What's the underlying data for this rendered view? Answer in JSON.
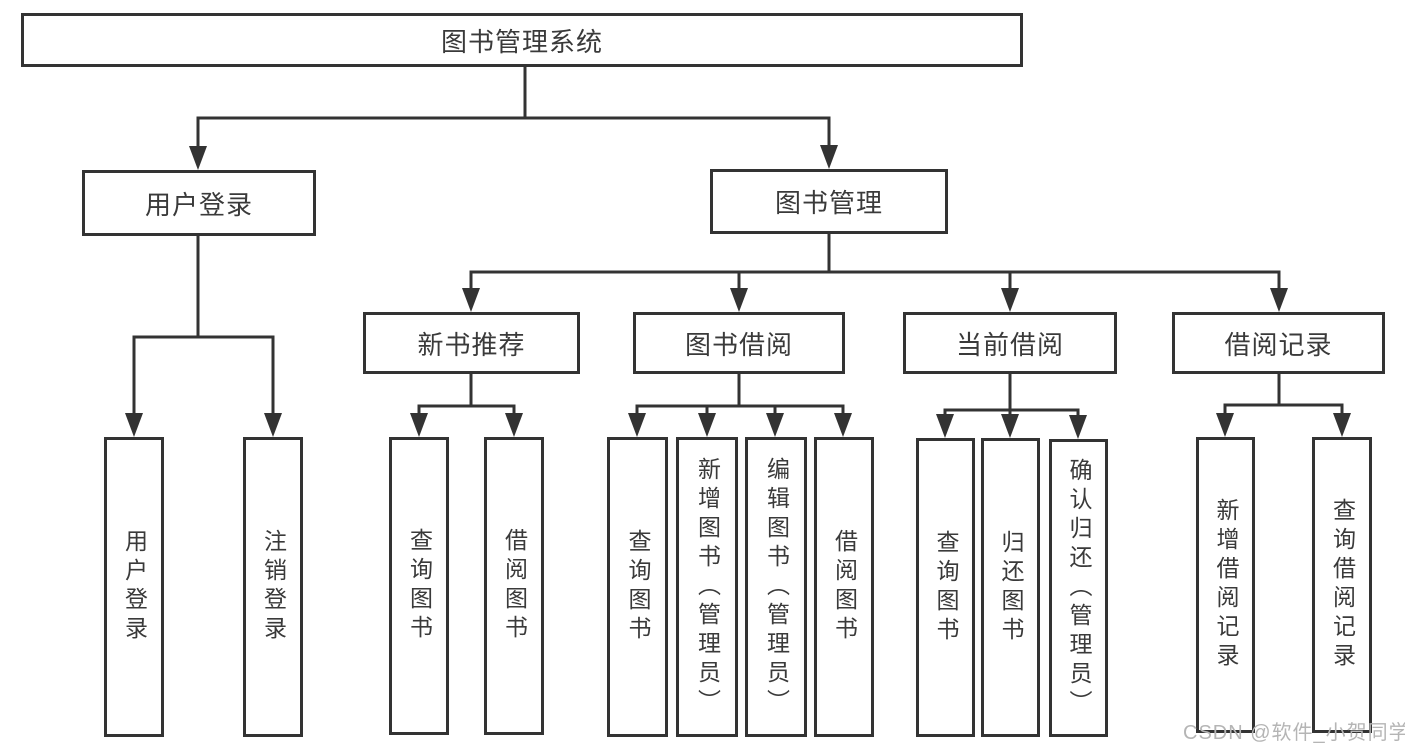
{
  "diagram": {
    "title": "图书管理系统",
    "root": {
      "label": "图书管理系统"
    },
    "branches": {
      "user_login": {
        "label": "用户登录",
        "children": {
          "login": {
            "label": "用户登录"
          },
          "logout": {
            "label": "注销登录"
          }
        }
      },
      "book_mgmt": {
        "label": "图书管理",
        "children": {
          "new_book_rec": {
            "label": "新书推荐",
            "children": {
              "query_book": {
                "label": "查询图书"
              },
              "borrow_book": {
                "label": "借阅图书"
              }
            }
          },
          "book_borrow": {
            "label": "图书借阅",
            "children": {
              "query_book": {
                "label": "查询图书"
              },
              "add_book": {
                "label": "新增图书（管理员）"
              },
              "edit_book": {
                "label": "编辑图书（管理员）"
              },
              "borrow_book": {
                "label": "借阅图书"
              }
            }
          },
          "current_borrow": {
            "label": "当前借阅",
            "children": {
              "query_book": {
                "label": "查询图书"
              },
              "return_book": {
                "label": "归还图书"
              },
              "confirm_return": {
                "label": "确认归还（管理员）"
              }
            }
          },
          "borrow_record": {
            "label": "借阅记录",
            "children": {
              "add_record": {
                "label": "新增借阅记录"
              },
              "query_record": {
                "label": "查询借阅记录"
              }
            }
          }
        }
      }
    }
  },
  "watermark": {
    "text": "CSDN @软件_小贺同学"
  },
  "colors": {
    "line": "#333333",
    "text": "#3a3a3a",
    "box_background": "#ffffff",
    "watermark": "#b5b5b5",
    "page_background": "#ffffff"
  }
}
